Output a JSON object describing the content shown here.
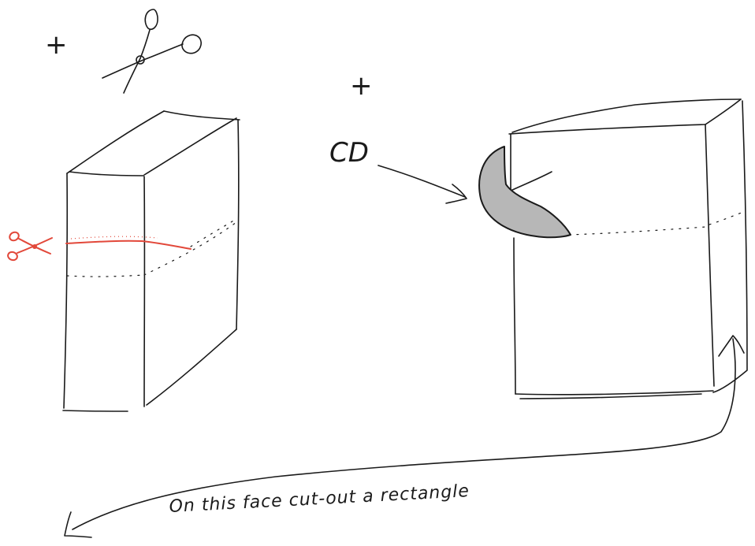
{
  "plus_signs": [
    "+",
    "+"
  ],
  "cd_label": "CD",
  "annotation": "On this face cut-out a rectangle",
  "colors": {
    "ink": "#1a1a1a",
    "cut_line": "#e2483a",
    "cd_fill": "#b7b7b7"
  },
  "icons": [
    "scissors-icon",
    "scissors-icon-red",
    "arrow-icon"
  ]
}
